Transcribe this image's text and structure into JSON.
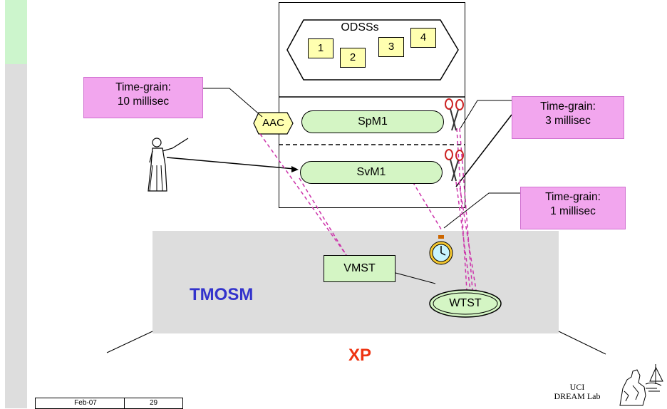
{
  "colors": {
    "pink": "#f2a6ee",
    "green": "#d4f5c4",
    "yellow_box": "#ffffb0",
    "tmosm_text": "#3333cc",
    "xp_text": "#ee3311",
    "dashed_link": "#cc33aa",
    "gray_panel": "#dddddd"
  },
  "diagram": {
    "odss": {
      "label": "ODSSs",
      "items": [
        "1",
        "2",
        "3",
        "4"
      ]
    },
    "aac": "AAC",
    "spm1": "SpM1",
    "svm1": "SvM1",
    "vmst": "VMST",
    "wtst": "WTST",
    "tmosm": "TMOSM",
    "xp": "XP",
    "callouts": {
      "tg10": [
        "Time-grain:",
        "10 millisec"
      ],
      "tg3": [
        "Time-grain:",
        "3 millisec"
      ],
      "tg1": [
        "Time-grain:",
        "1 millisec"
      ]
    },
    "icons": [
      "scissors-icon",
      "stopwatch-icon",
      "teacher-figure-icon",
      "thinker-statue-icon"
    ]
  },
  "footer": {
    "date": "Feb-07",
    "page": "29",
    "lab_line1": "UCI",
    "lab_line2": "DREAM Lab"
  }
}
